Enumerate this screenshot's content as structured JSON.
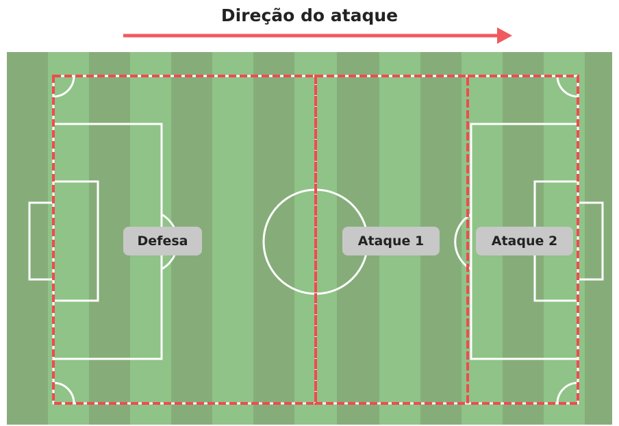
{
  "title": "Direção do ataque",
  "colors": {
    "stripe_dark": "#86ad79",
    "stripe_light": "#8fc387",
    "pitch_lines": "#ffffff",
    "zone_border": "#ef4b50",
    "arrow": "#ef5b5e",
    "label_bg": "#c8c8c8",
    "label_text": "#222222"
  },
  "zones": [
    {
      "label": "Defesa"
    },
    {
      "label": "Ataque 1"
    },
    {
      "label": "Ataque 2"
    }
  ]
}
